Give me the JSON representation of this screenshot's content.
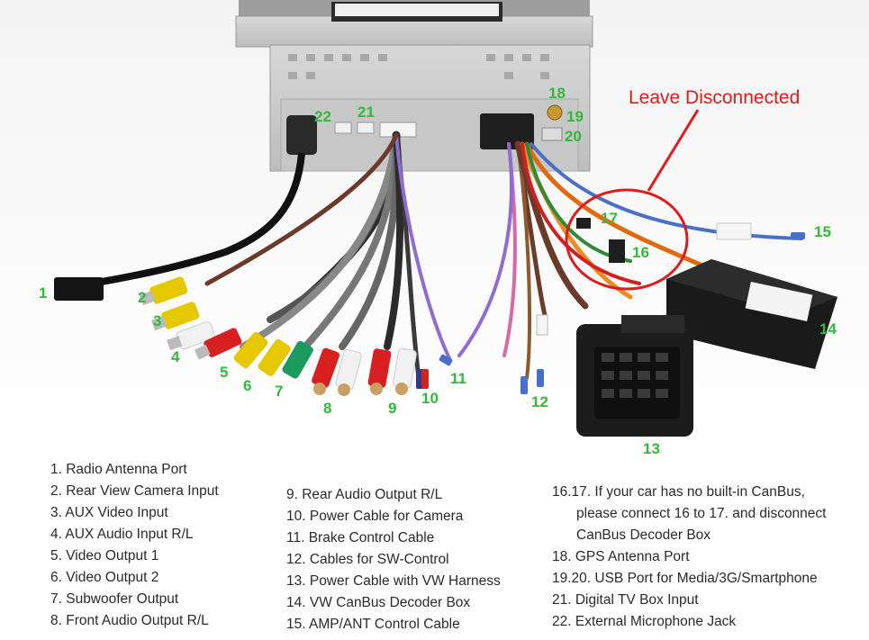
{
  "callout": "Leave Disconnected",
  "labels": {
    "n1": "1",
    "n2": "2",
    "n3": "3",
    "n4": "4",
    "n5": "5",
    "n6": "6",
    "n7": "7",
    "n8": "8",
    "n9": "9",
    "n10": "10",
    "n11": "11",
    "n12": "12",
    "n13": "13",
    "n14": "14",
    "n15": "15",
    "n16": "16",
    "n17": "17",
    "n18": "18",
    "n19": "19",
    "n20": "20",
    "n21": "21",
    "n22": "22"
  },
  "legend_col1": [
    "1. Radio Antenna Port",
    "2. Rear View Camera Input",
    "3. AUX Video Input",
    "4. AUX Audio Input R/L",
    "5. Video Output 1",
    "6. Video Output 2",
    "7. Subwoofer Output",
    "8. Front Audio Output R/L"
  ],
  "legend_col2": [
    "9. Rear Audio Output R/L",
    "10. Power Cable for Camera",
    "11. Brake Control Cable",
    "12. Cables for SW-Control",
    "13. Power Cable with VW Harness",
    "14. VW CanBus Decoder Box",
    "15. AMP/ANT Control Cable"
  ],
  "legend_col3": [
    "16.17. If your car has no built-in CanBus,",
    "please connect 16 to 17. and disconnect",
    "CanBus Decoder Box",
    "18. GPS Antenna Port",
    "19.20. USB Port for Media/3G/Smartphone",
    "21. Digital TV Box Input",
    "22. External Microphone Jack"
  ],
  "colors": {
    "label_green": "#33b83a",
    "callout_red": "#e01b1b"
  }
}
